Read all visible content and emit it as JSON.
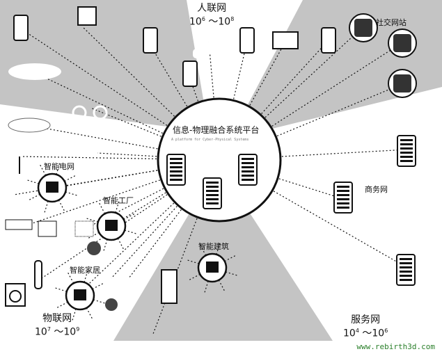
{
  "platform": {
    "title": "信息-物理融合系统平台",
    "subtitle": "A platform for Cyber-Physical Systems"
  },
  "networks": {
    "human": {
      "label": "人联网",
      "range_from": "10",
      "exp_from": "6",
      "sep": "～",
      "range_to": "10",
      "exp_to": "8"
    },
    "things": {
      "label": "物联网",
      "range_from": "10",
      "exp_from": "7",
      "sep": "～",
      "range_to": "10",
      "exp_to": "9"
    },
    "services": {
      "label": "服务网",
      "range_from": "10",
      "exp_from": "4",
      "sep": "～",
      "range_to": "10",
      "exp_to": "6"
    }
  },
  "labels": {
    "social": "社交网站",
    "grid": "智能电网",
    "factory": "智能工厂",
    "home": "智能家居",
    "building": "智能建筑",
    "commerce": "商务网"
  },
  "watermark": "www.rebirth3d.com",
  "colors": {
    "wedge": "#c4c4c4",
    "ink": "#111111"
  }
}
